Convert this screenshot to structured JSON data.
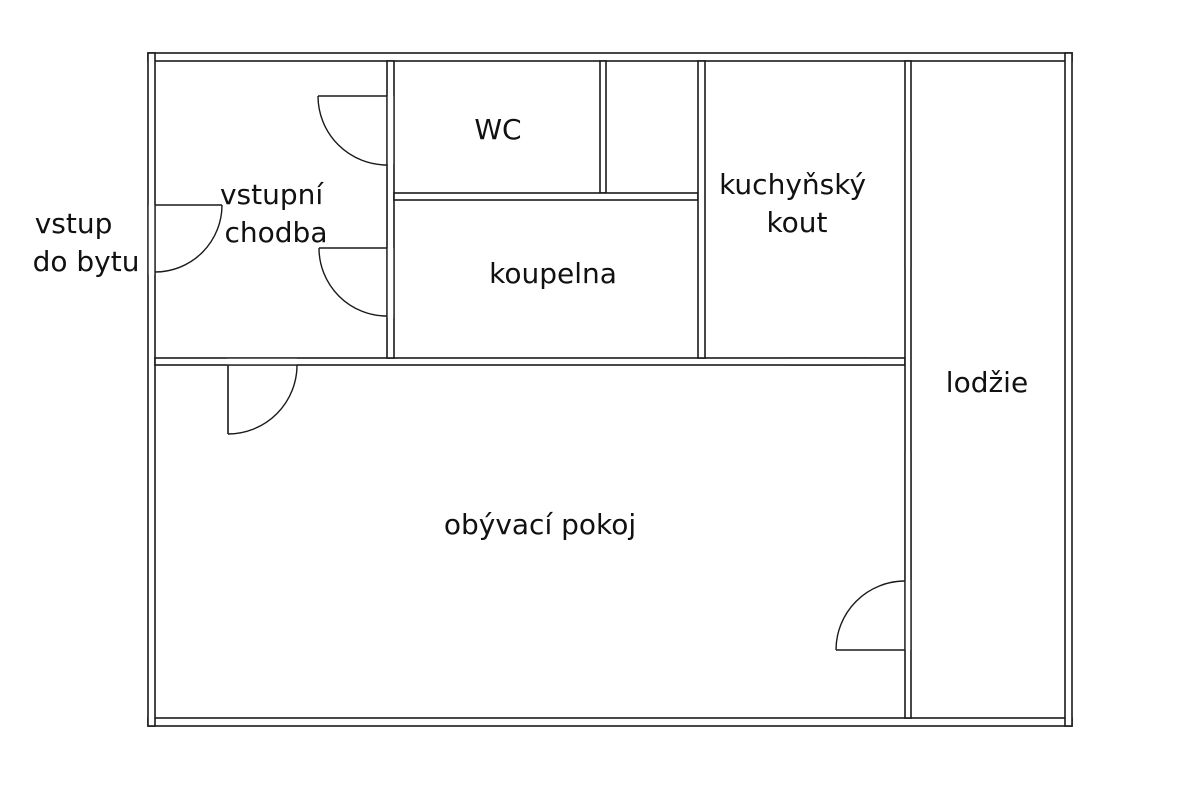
{
  "rooms": {
    "entry": "vstup\ndo bytu",
    "hall": "vstupní\nchodba",
    "wc": "WC",
    "bathroom": "koupelna",
    "kitchen": "kuchyňský\nkout",
    "loggia": "lodžie",
    "living": "obývací pokoj"
  }
}
